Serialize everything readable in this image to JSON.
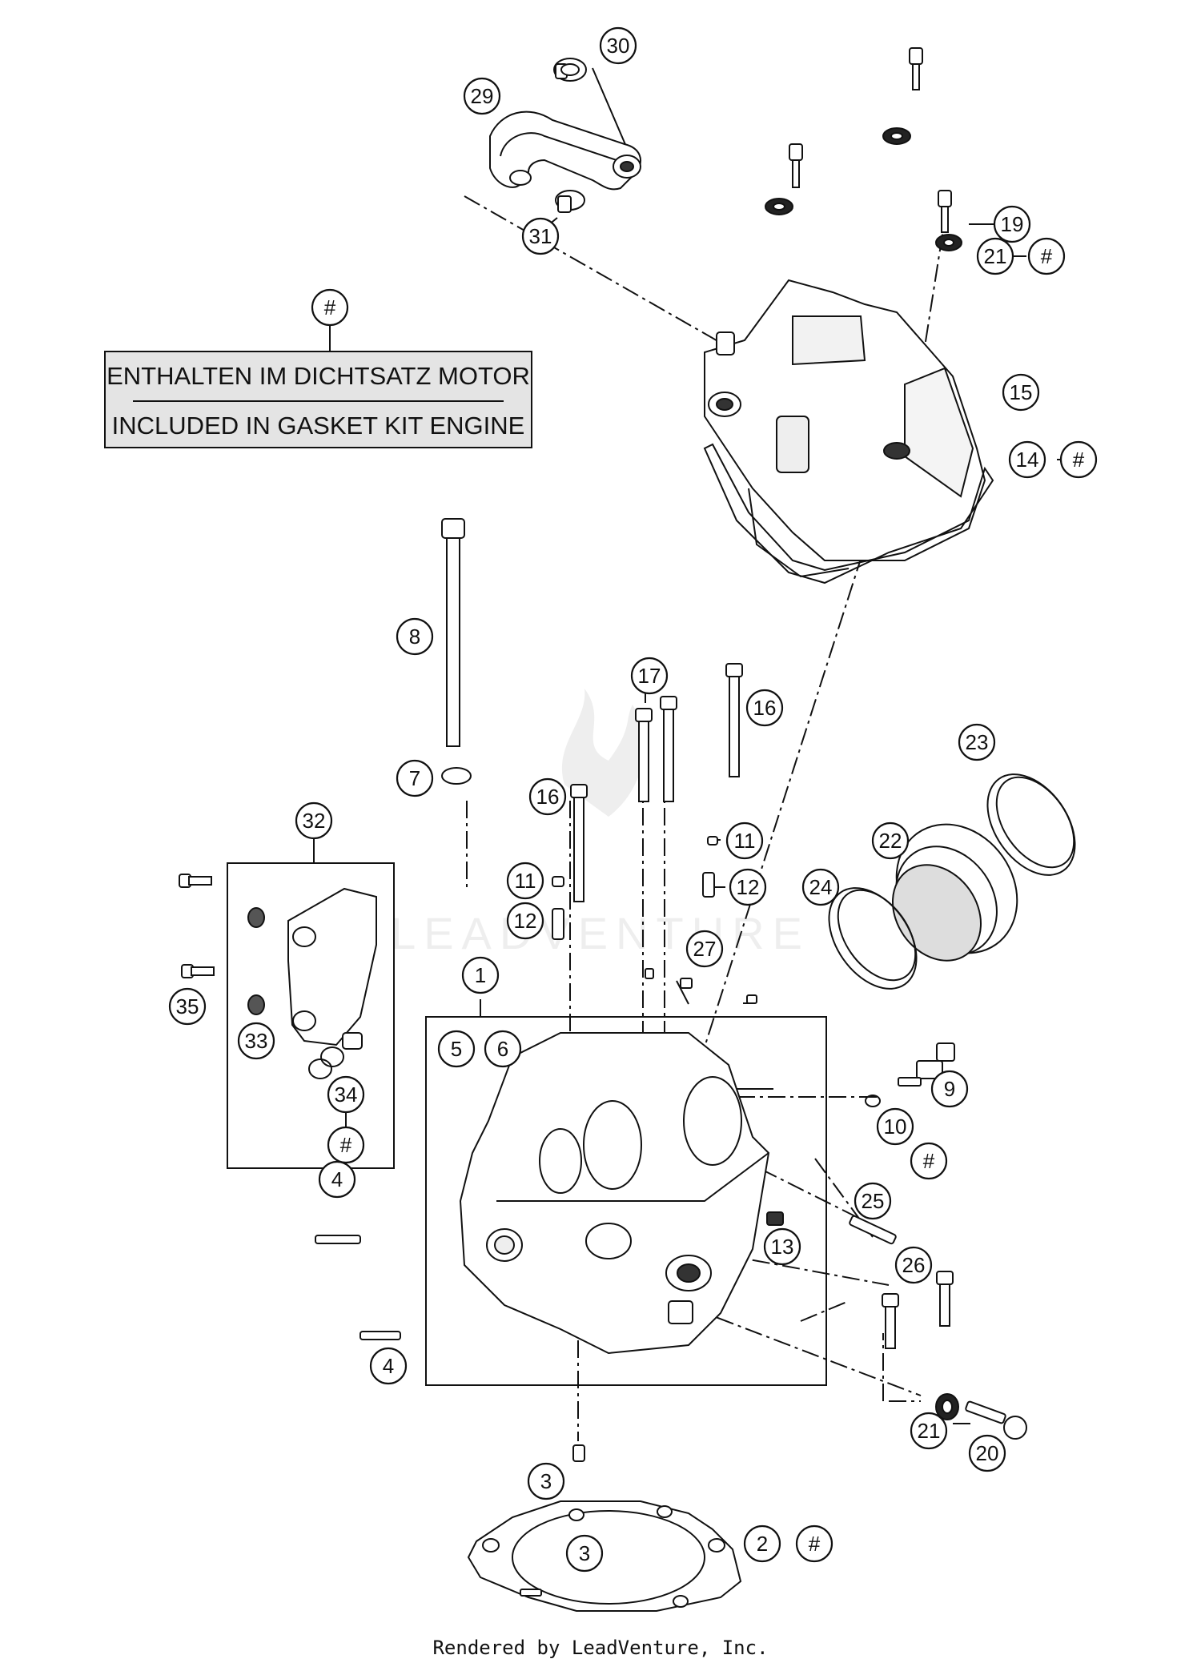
{
  "legend": {
    "symbol": "#",
    "line1": "ENTHALTEN IM DICHTSATZ MOTOR",
    "line2": "INCLUDED IN GASKET KIT ENGINE"
  },
  "footer": "Rendered by LeadVenture, Inc.",
  "watermark": "LEADVENTURE",
  "callouts": [
    {
      "id": "c30",
      "label": "30"
    },
    {
      "id": "c29",
      "label": "29"
    },
    {
      "id": "c31",
      "label": "31"
    },
    {
      "id": "c19",
      "label": "19"
    },
    {
      "id": "c21a",
      "label": "21"
    },
    {
      "id": "c15",
      "label": "15"
    },
    {
      "id": "c14",
      "label": "14"
    },
    {
      "id": "c8",
      "label": "8"
    },
    {
      "id": "c7",
      "label": "7"
    },
    {
      "id": "c17",
      "label": "17"
    },
    {
      "id": "c16a",
      "label": "16"
    },
    {
      "id": "c16b",
      "label": "16"
    },
    {
      "id": "c11a",
      "label": "11"
    },
    {
      "id": "c12a",
      "label": "12"
    },
    {
      "id": "c11b",
      "label": "11"
    },
    {
      "id": "c12b",
      "label": "12"
    },
    {
      "id": "c23",
      "label": "23"
    },
    {
      "id": "c22",
      "label": "22"
    },
    {
      "id": "c24",
      "label": "24"
    },
    {
      "id": "c32",
      "label": "32"
    },
    {
      "id": "c35",
      "label": "35"
    },
    {
      "id": "c33",
      "label": "33"
    },
    {
      "id": "c34",
      "label": "34"
    },
    {
      "id": "c27",
      "label": "27"
    },
    {
      "id": "c1",
      "label": "1"
    },
    {
      "id": "c5",
      "label": "5"
    },
    {
      "id": "c6",
      "label": "6"
    },
    {
      "id": "c9",
      "label": "9"
    },
    {
      "id": "c10",
      "label": "10"
    },
    {
      "id": "c25",
      "label": "25"
    },
    {
      "id": "c13",
      "label": "13"
    },
    {
      "id": "c26",
      "label": "26"
    },
    {
      "id": "c4a",
      "label": "4"
    },
    {
      "id": "c4b",
      "label": "4"
    },
    {
      "id": "c21b",
      "label": "21"
    },
    {
      "id": "c20",
      "label": "20"
    },
    {
      "id": "c3a",
      "label": "3"
    },
    {
      "id": "c3b",
      "label": "3"
    },
    {
      "id": "c2",
      "label": "2"
    },
    {
      "id": "h21",
      "label": "#"
    },
    {
      "id": "h14",
      "label": "#"
    },
    {
      "id": "h34",
      "label": "#"
    },
    {
      "id": "h10",
      "label": "#"
    },
    {
      "id": "h2",
      "label": "#"
    },
    {
      "id": "hLegend",
      "label": "#"
    }
  ]
}
